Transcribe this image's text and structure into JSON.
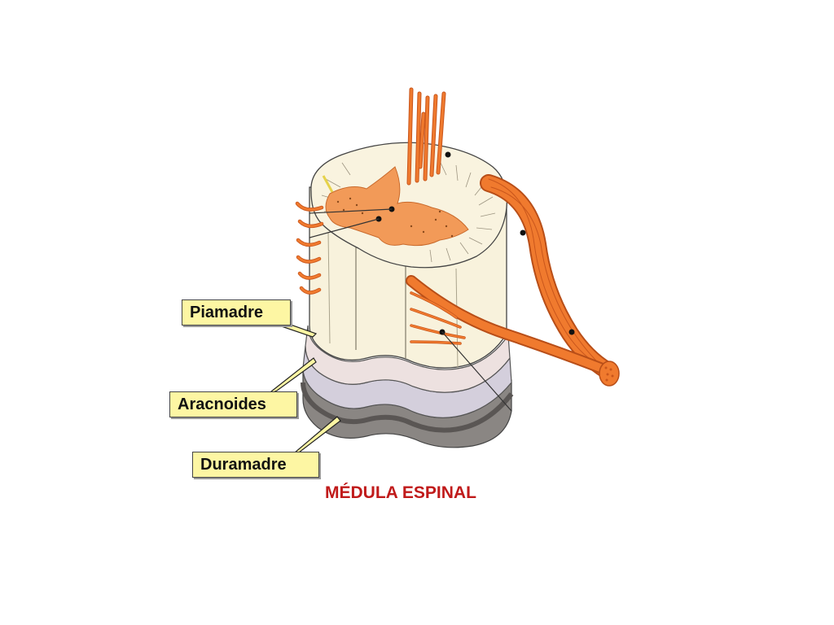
{
  "labels": {
    "piamadre": "Piamadre",
    "aracnoides": "Aracnoides",
    "duramadre": "Duramadre"
  },
  "title": "MÉDULA ESPINAL",
  "colors": {
    "label_fill": "#fdf6a3",
    "title": "#c01a1a",
    "nerve": "#f07a2e",
    "white_matter": "#f8f2dc",
    "gray_matter": "#f29a58",
    "piamadre": "#ede1e0",
    "aracnoides": "#d4cfdc",
    "duramadre": "#8a8683"
  }
}
